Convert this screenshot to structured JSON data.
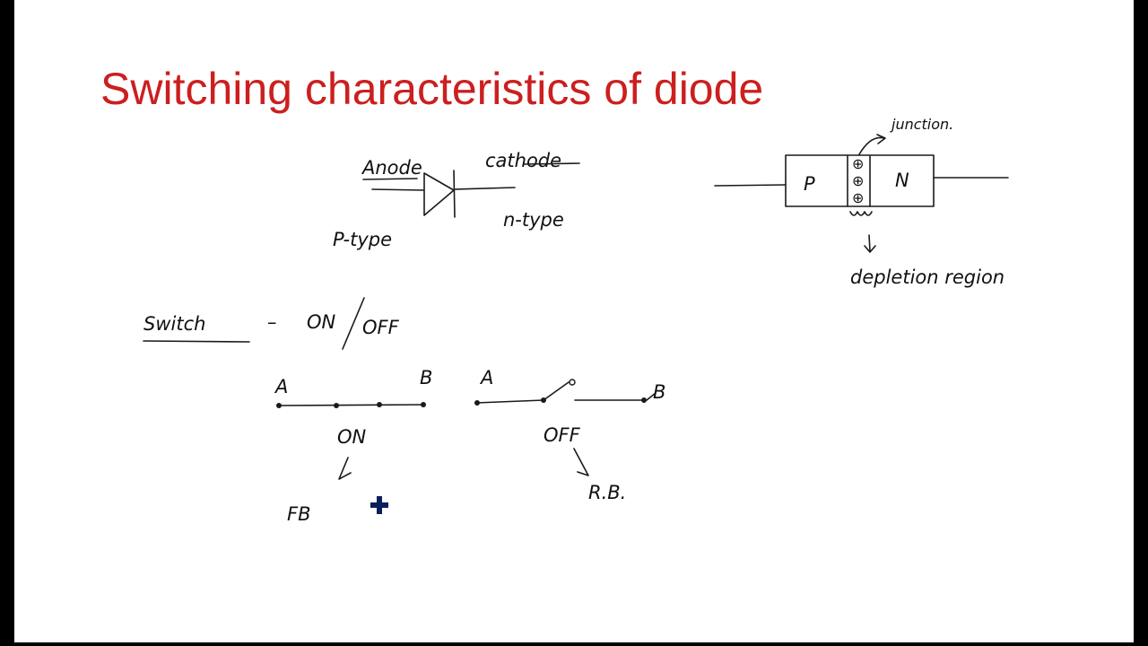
{
  "slide": {
    "title": "Switching characteristics of diode",
    "title_color": "#cc1f1f",
    "ink_color": "#1a1a1a",
    "cursor_color": "#0b1f5c",
    "cursor_icon": "plus-cursor-icon"
  },
  "diode_symbol": {
    "anode_label": "Anode",
    "cathode_label": "cathode",
    "p_label": "P-type",
    "n_label": "n-type"
  },
  "pn_junction": {
    "p_label": "P",
    "n_label": "N",
    "junction_label": "junction.",
    "depletion_label": "depletion region",
    "charge_marks": [
      "⊕",
      "⊕",
      "⊕"
    ]
  },
  "switch_section": {
    "heading": "Switch",
    "dash": "–",
    "on_label": "ON",
    "off_label": "OFF",
    "slash": "/"
  },
  "on_switch": {
    "a_label": "A",
    "b_label": "B",
    "state_label": "ON",
    "bias_label": "FB"
  },
  "off_switch": {
    "a_label": "A",
    "b_label": "B",
    "state_label": "OFF",
    "bias_label": "R.B."
  }
}
